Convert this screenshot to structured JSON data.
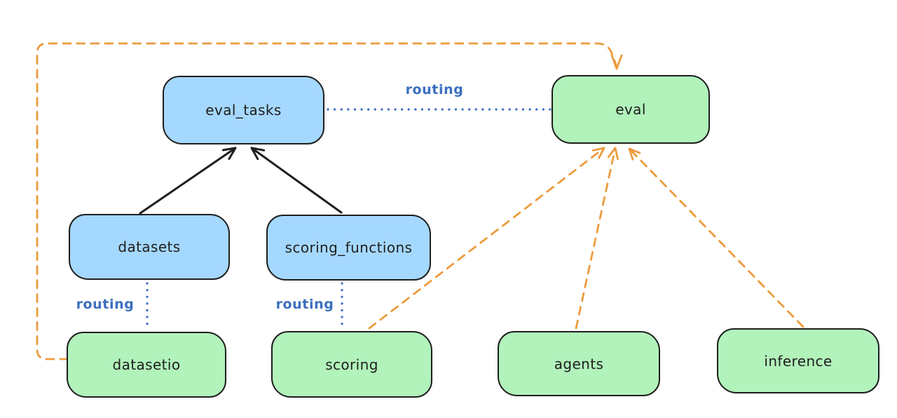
{
  "nodes": {
    "eval_tasks": {
      "label": "eval_tasks",
      "color": "blue"
    },
    "eval": {
      "label": "eval",
      "color": "green"
    },
    "datasets": {
      "label": "datasets",
      "color": "blue"
    },
    "scoring_functions": {
      "label": "scoring_functions",
      "color": "blue"
    },
    "datasetio": {
      "label": "datasetio",
      "color": "green"
    },
    "scoring": {
      "label": "scoring",
      "color": "green"
    },
    "agents": {
      "label": "agents",
      "color": "green"
    },
    "inference": {
      "label": "inference",
      "color": "green"
    }
  },
  "edge_labels": {
    "eval_tasks_to_eval": "routing",
    "datasets_to_datasetio": "routing",
    "scoring_functions_to_scoring": "routing"
  },
  "edges": [
    {
      "from": "datasets",
      "to": "eval_tasks",
      "style": "solid-black-arrow"
    },
    {
      "from": "scoring_functions",
      "to": "eval_tasks",
      "style": "solid-black-arrow"
    },
    {
      "from": "eval_tasks",
      "to": "eval",
      "style": "blue-dotted",
      "label": "routing"
    },
    {
      "from": "datasets",
      "to": "datasetio",
      "style": "blue-dotted",
      "label": "routing"
    },
    {
      "from": "scoring_functions",
      "to": "scoring",
      "style": "blue-dotted",
      "label": "routing"
    },
    {
      "from": "datasetio",
      "to": "eval",
      "style": "orange-dashed-arrow"
    },
    {
      "from": "scoring",
      "to": "eval",
      "style": "orange-dashed-arrow"
    },
    {
      "from": "agents",
      "to": "eval",
      "style": "orange-dashed-arrow"
    },
    {
      "from": "inference",
      "to": "eval",
      "style": "orange-dashed-arrow"
    }
  ],
  "colors": {
    "node-blue-fill": "#a5d8ff",
    "node-green-fill": "#b2f2bb",
    "node-border": "#1e1e1e",
    "arrow-black": "#1e1e1e",
    "arrow-orange": "#ec9b3d",
    "routing-blue": "#3b6fc0",
    "background": "#ffffff"
  }
}
